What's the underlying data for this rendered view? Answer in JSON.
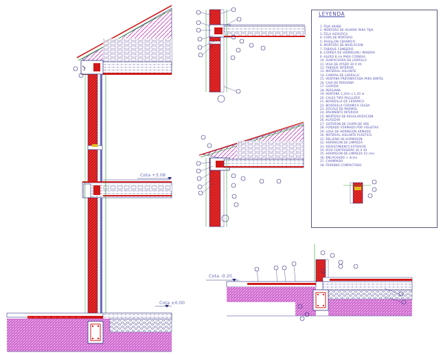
{
  "legend": {
    "title": "LEYENDA",
    "items": [
      "1.-TEJA ARABE",
      "2.-MORTERO DE AGARRE PARA TEJA",
      "3.-TELA ASFALTICA",
      "4.-CAPA DE MORTERO",
      "5.-RASILLON CERAMICO",
      "6.-MORTERO DE NIVELACION",
      "7.-TABIQUE CONEJERO",
      "8.-CORREA DE HORMIGON / MADERA",
      "9.-ALERO 8 cm PARA CORNISA",
      "10.-SUBFACHADA DE LADRILLO",
      "11.-VIGA DE ATADO 30 X 40",
      "12.-TABIQUE INTERIOR",
      "13.-MATERIAL AISLANTE",
      "14.-CAMARA DE LADRILLO",
      "15.-VENTANA PREFABRICADA PARA DINTEL",
      "16.-CAJA DE PERSIANA",
      "17.-GUARDA",
      "18.-PERSIANA",
      "19.-VENTANA 1,20m x 1,20 m",
      "20.-CALES TIPO PALILLERO",
      "21.-BOVEDILLA DE CERAMICA",
      "22.-BOVEDILLA CERAMICA CELDA",
      "23.-ZOCALO DE MARMOL",
      "24.-PAVIMENTO INTERIOR",
      "25.-MORTERO DE REGULARIZACION",
      "26.-ALFEIZAR",
      "27.-GOTERON DE CHAPA DE ARE",
      "28.-FORJADO FORMADO POR VIGUETAS",
      "29.-LOSA DE HORMIGON ARMADO",
      "30.-MATERIAL AISLANTE PLASTICO",
      "31.-RELLENO DE HORMIGON",
      "32.-HORMIGON DE LIMPIEZA",
      "33.-REVESTIMIENTO EXTERIOR",
      "34.-VIGA CENTRADORA 30 X 40",
      "35.-HORMIGON DE LIMPIEZA 10 cms",
      "36.-ENCACHADO > 4cms",
      "37.-CHAMPADO",
      "38.-TERRENO COMPACTADO"
    ]
  },
  "levels": {
    "upper": "Cota +3.08",
    "ground": "Cota ±0.00",
    "lower": "Cota -0.20"
  }
}
